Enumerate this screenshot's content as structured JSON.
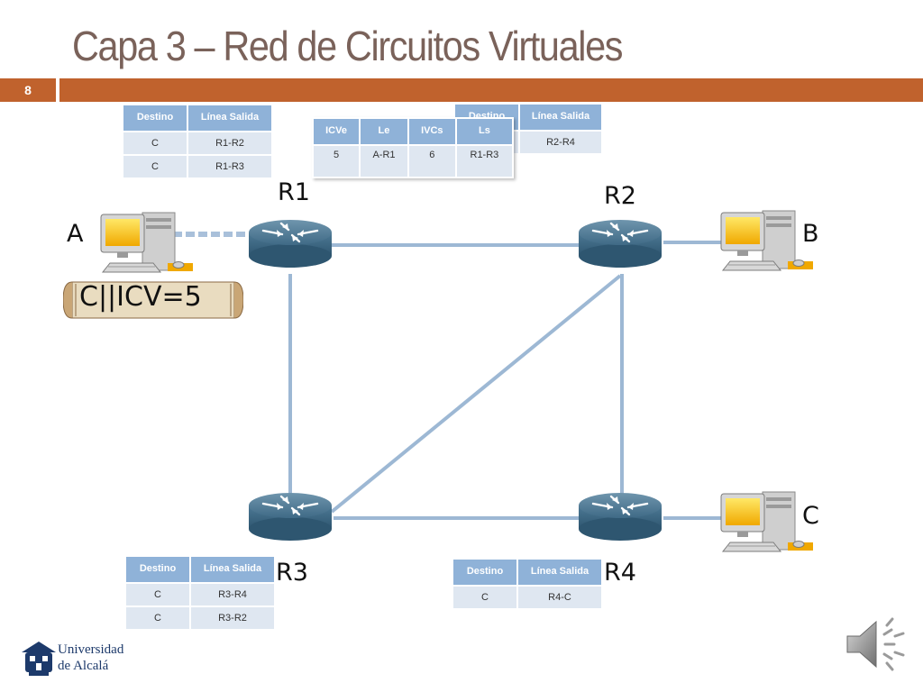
{
  "slide": {
    "title": "Capa 3 – Red de Circuitos Virtuales",
    "number": "8",
    "accent_color": "#c0622d",
    "title_color": "#7a625a"
  },
  "nodes": {
    "A": "A",
    "B": "B",
    "C": "C",
    "R1": "R1",
    "R2": "R2",
    "R3": "R3",
    "R4": "R4"
  },
  "packet_label": "C||ICV=5",
  "tables": {
    "r1_routing": {
      "headers": [
        "Destino",
        "Línea Salida"
      ],
      "rows": [
        [
          "C",
          "R1-R2"
        ],
        [
          "C",
          "R1-R3"
        ]
      ]
    },
    "r1_vc": {
      "headers": [
        "ICVe",
        "Le",
        "IVCs",
        "Ls"
      ],
      "rows": [
        [
          "5",
          "A-R1",
          "6",
          "R1-R3"
        ]
      ]
    },
    "r2_routing": {
      "headers": [
        "Destino",
        "Línea Salida"
      ],
      "rows": [
        [
          "",
          "R2-R4"
        ]
      ]
    },
    "r3_routing": {
      "headers": [
        "Destino",
        "Línea Salida"
      ],
      "rows": [
        [
          "C",
          "R3-R4"
        ],
        [
          "C",
          "R3-R2"
        ]
      ]
    },
    "r4_routing": {
      "headers": [
        "Destino",
        "Línea Salida"
      ],
      "rows": [
        [
          "C",
          "R4-C"
        ]
      ]
    }
  },
  "logo": {
    "line1": "Universidad",
    "line2": "de Alcalá"
  },
  "icons": [
    "router-icon",
    "computer-icon",
    "speaker-icon",
    "university-crest-icon"
  ]
}
